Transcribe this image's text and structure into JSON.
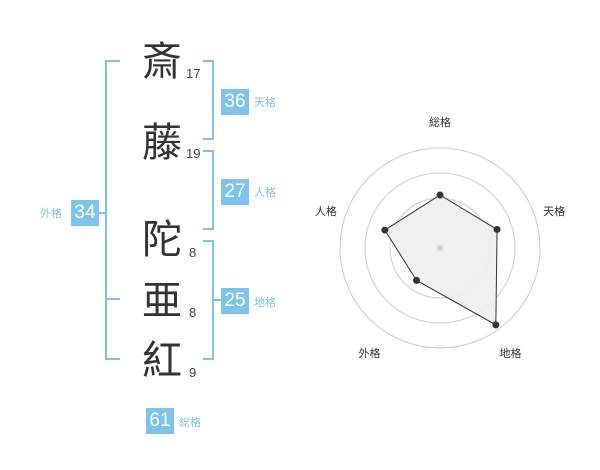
{
  "name": {
    "characters": [
      {
        "char": "斎",
        "strokes": "17"
      },
      {
        "char": "藤",
        "strokes": "19"
      },
      {
        "char": "陀",
        "strokes": "8"
      },
      {
        "char": "亜",
        "strokes": "8"
      },
      {
        "char": "紅",
        "strokes": "9"
      }
    ]
  },
  "fortune": {
    "tenkaku": {
      "value": "36",
      "label": "天格"
    },
    "jinkaku": {
      "value": "27",
      "label": "人格"
    },
    "chikaku": {
      "value": "25",
      "label": "地格"
    },
    "gaikaku": {
      "value": "34",
      "label": "外格"
    },
    "soukaku": {
      "value": "61",
      "label": "総格"
    }
  },
  "radar": {
    "axes": [
      "総格",
      "天格",
      "地格",
      "外格",
      "人格"
    ],
    "values": [
      0.53,
      0.6,
      0.95,
      0.4,
      0.58
    ],
    "colors": {
      "fill": "#eeeeee",
      "line": "#333333",
      "ring": "#cccccc",
      "center": "#cccccc"
    }
  },
  "colors": {
    "accent": "#7ec3ea"
  }
}
